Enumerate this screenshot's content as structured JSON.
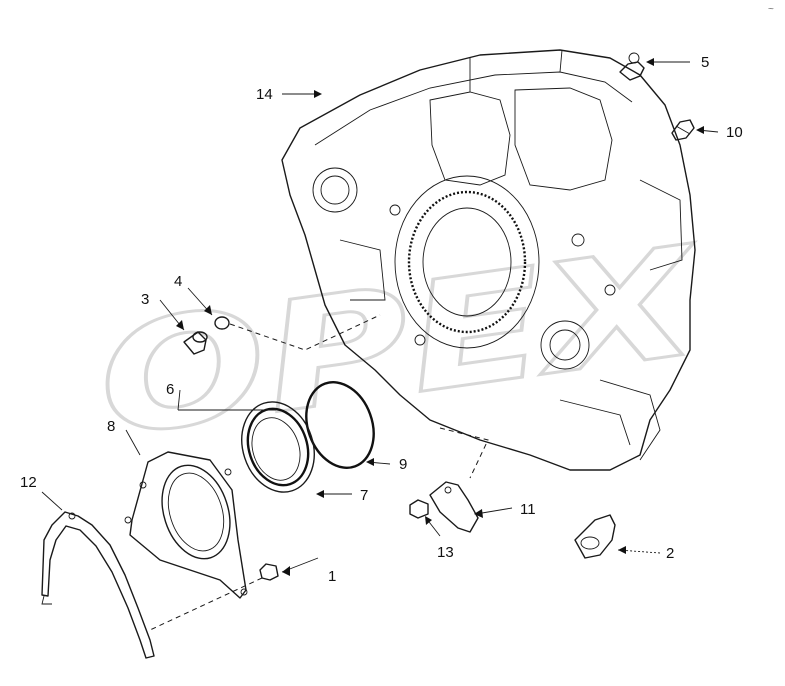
{
  "watermark": "OPEX",
  "corner_mark": "~",
  "callouts": [
    {
      "id": "c1",
      "text": "1"
    },
    {
      "id": "c2",
      "text": "2"
    },
    {
      "id": "c3",
      "text": "3"
    },
    {
      "id": "c4",
      "text": "4"
    },
    {
      "id": "c5",
      "text": "5"
    },
    {
      "id": "c6",
      "text": "6"
    },
    {
      "id": "c7",
      "text": "7"
    },
    {
      "id": "c8",
      "text": "8"
    },
    {
      "id": "c9",
      "text": "9"
    },
    {
      "id": "c10",
      "text": "10"
    },
    {
      "id": "c11",
      "text": "11"
    },
    {
      "id": "c12",
      "text": "12"
    },
    {
      "id": "c13",
      "text": "13"
    },
    {
      "id": "c14",
      "text": "14"
    }
  ]
}
